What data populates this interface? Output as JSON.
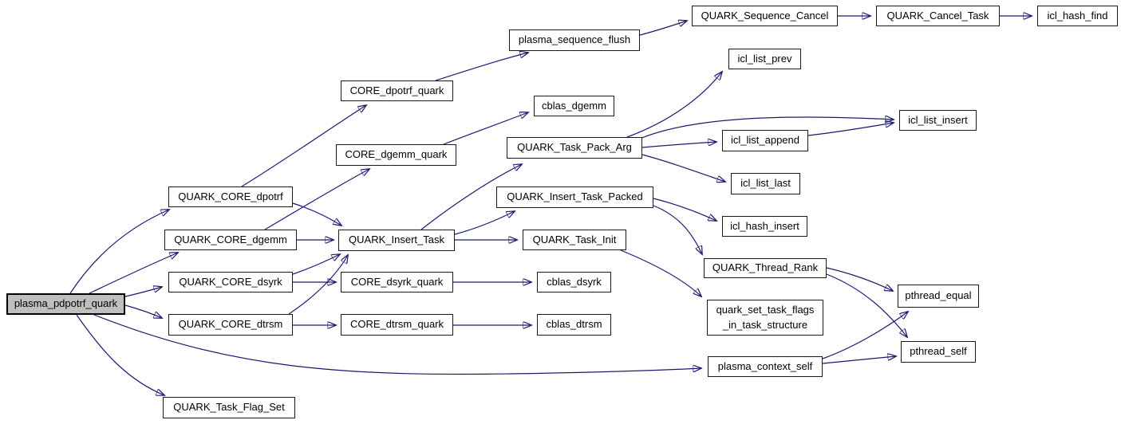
{
  "diagram": {
    "kind": "call-graph",
    "root_function": "plasma_pdpotrf_quark",
    "colors": {
      "edge": "#191970",
      "node_fill": "#ffffff",
      "node_border": "#1a1a1a",
      "root_fill": "#bfbfbf",
      "text": "#000000",
      "background": "#ffffff"
    },
    "nodes": [
      {
        "id": "plasma_pdpotrf_quark",
        "label": "plasma_pdpotrf_quark",
        "root": true
      },
      {
        "id": "QUARK_CORE_dpotrf",
        "label": "QUARK_CORE_dpotrf"
      },
      {
        "id": "QUARK_CORE_dgemm",
        "label": "QUARK_CORE_dgemm"
      },
      {
        "id": "QUARK_CORE_dsyrk",
        "label": "QUARK_CORE_dsyrk"
      },
      {
        "id": "QUARK_CORE_dtrsm",
        "label": "QUARK_CORE_dtrsm"
      },
      {
        "id": "QUARK_Task_Flag_Set",
        "label": "QUARK_Task_Flag_Set"
      },
      {
        "id": "CORE_dpotrf_quark",
        "label": "CORE_dpotrf_quark"
      },
      {
        "id": "CORE_dgemm_quark",
        "label": "CORE_dgemm_quark"
      },
      {
        "id": "QUARK_Insert_Task",
        "label": "QUARK_Insert_Task"
      },
      {
        "id": "CORE_dsyrk_quark",
        "label": "CORE_dsyrk_quark"
      },
      {
        "id": "CORE_dtrsm_quark",
        "label": "CORE_dtrsm_quark"
      },
      {
        "id": "plasma_sequence_flush",
        "label": "plasma_sequence_flush"
      },
      {
        "id": "cblas_dgemm",
        "label": "cblas_dgemm"
      },
      {
        "id": "QUARK_Task_Pack_Arg",
        "label": "QUARK_Task_Pack_Arg"
      },
      {
        "id": "QUARK_Insert_Task_Packed",
        "label": "QUARK_Insert_Task_Packed"
      },
      {
        "id": "QUARK_Task_Init",
        "label": "QUARK_Task_Init"
      },
      {
        "id": "cblas_dsyrk",
        "label": "cblas_dsyrk"
      },
      {
        "id": "cblas_dtrsm",
        "label": "cblas_dtrsm"
      },
      {
        "id": "QUARK_Sequence_Cancel",
        "label": "QUARK_Sequence_Cancel"
      },
      {
        "id": "QUARK_Cancel_Task",
        "label": "QUARK_Cancel_Task"
      },
      {
        "id": "icl_hash_find",
        "label": "icl_hash_find"
      },
      {
        "id": "icl_list_prev",
        "label": "icl_list_prev"
      },
      {
        "id": "icl_list_insert",
        "label": "icl_list_insert"
      },
      {
        "id": "icl_list_append",
        "label": "icl_list_append"
      },
      {
        "id": "icl_list_last",
        "label": "icl_list_last"
      },
      {
        "id": "icl_hash_insert",
        "label": "icl_hash_insert"
      },
      {
        "id": "QUARK_Thread_Rank",
        "label": "QUARK_Thread_Rank"
      },
      {
        "id": "quark_set_task_flags_in_task_structure",
        "label": "quark_set_task_flags\n_in_task_structure"
      },
      {
        "id": "plasma_context_self",
        "label": "plasma_context_self"
      },
      {
        "id": "pthread_equal",
        "label": "pthread_equal"
      },
      {
        "id": "pthread_self",
        "label": "pthread_self"
      }
    ],
    "edges": [
      {
        "from": "plasma_pdpotrf_quark",
        "to": "QUARK_CORE_dpotrf"
      },
      {
        "from": "plasma_pdpotrf_quark",
        "to": "QUARK_CORE_dgemm"
      },
      {
        "from": "plasma_pdpotrf_quark",
        "to": "QUARK_CORE_dsyrk"
      },
      {
        "from": "plasma_pdpotrf_quark",
        "to": "QUARK_CORE_dtrsm"
      },
      {
        "from": "plasma_pdpotrf_quark",
        "to": "QUARK_Task_Flag_Set"
      },
      {
        "from": "plasma_pdpotrf_quark",
        "to": "plasma_context_self"
      },
      {
        "from": "QUARK_CORE_dpotrf",
        "to": "CORE_dpotrf_quark"
      },
      {
        "from": "QUARK_CORE_dpotrf",
        "to": "QUARK_Insert_Task"
      },
      {
        "from": "QUARK_CORE_dgemm",
        "to": "CORE_dgemm_quark"
      },
      {
        "from": "QUARK_CORE_dgemm",
        "to": "QUARK_Insert_Task"
      },
      {
        "from": "QUARK_CORE_dsyrk",
        "to": "QUARK_Insert_Task"
      },
      {
        "from": "QUARK_CORE_dsyrk",
        "to": "CORE_dsyrk_quark"
      },
      {
        "from": "QUARK_CORE_dtrsm",
        "to": "QUARK_Insert_Task"
      },
      {
        "from": "QUARK_CORE_dtrsm",
        "to": "CORE_dtrsm_quark"
      },
      {
        "from": "CORE_dpotrf_quark",
        "to": "plasma_sequence_flush"
      },
      {
        "from": "CORE_dgemm_quark",
        "to": "cblas_dgemm"
      },
      {
        "from": "CORE_dsyrk_quark",
        "to": "cblas_dsyrk"
      },
      {
        "from": "CORE_dtrsm_quark",
        "to": "cblas_dtrsm"
      },
      {
        "from": "plasma_sequence_flush",
        "to": "QUARK_Sequence_Cancel"
      },
      {
        "from": "QUARK_Sequence_Cancel",
        "to": "QUARK_Cancel_Task"
      },
      {
        "from": "QUARK_Cancel_Task",
        "to": "icl_hash_find"
      },
      {
        "from": "QUARK_Task_Pack_Arg",
        "to": "icl_list_prev"
      },
      {
        "from": "QUARK_Task_Pack_Arg",
        "to": "icl_list_insert"
      },
      {
        "from": "QUARK_Task_Pack_Arg",
        "to": "icl_list_append"
      },
      {
        "from": "QUARK_Task_Pack_Arg",
        "to": "icl_list_last"
      },
      {
        "from": "icl_list_append",
        "to": "icl_list_insert"
      },
      {
        "from": "QUARK_Insert_Task",
        "to": "QUARK_Task_Pack_Arg"
      },
      {
        "from": "QUARK_Insert_Task",
        "to": "QUARK_Insert_Task_Packed"
      },
      {
        "from": "QUARK_Insert_Task",
        "to": "QUARK_Task_Init"
      },
      {
        "from": "QUARK_Insert_Task_Packed",
        "to": "icl_hash_insert"
      },
      {
        "from": "QUARK_Insert_Task_Packed",
        "to": "QUARK_Thread_Rank"
      },
      {
        "from": "QUARK_Task_Init",
        "to": "quark_set_task_flags_in_task_structure"
      },
      {
        "from": "QUARK_Thread_Rank",
        "to": "pthread_equal"
      },
      {
        "from": "QUARK_Thread_Rank",
        "to": "pthread_self"
      },
      {
        "from": "plasma_context_self",
        "to": "pthread_equal"
      },
      {
        "from": "plasma_context_self",
        "to": "pthread_self"
      }
    ]
  }
}
